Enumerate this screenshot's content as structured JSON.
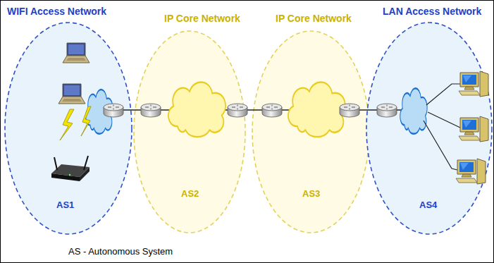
{
  "diagram": {
    "nodes": [
      {
        "text": [
          "WIFI Access Network",
          "AS1"
        ]
      },
      {
        "text": [
          "IP Core Network",
          "AS2"
        ]
      },
      {
        "text": [
          "IP Core Network",
          "AS3"
        ]
      },
      {
        "text": [
          "LAN Access Network",
          "AS4"
        ]
      }
    ],
    "labels": [
      "AS - Autonomous System"
    ]
  }
}
